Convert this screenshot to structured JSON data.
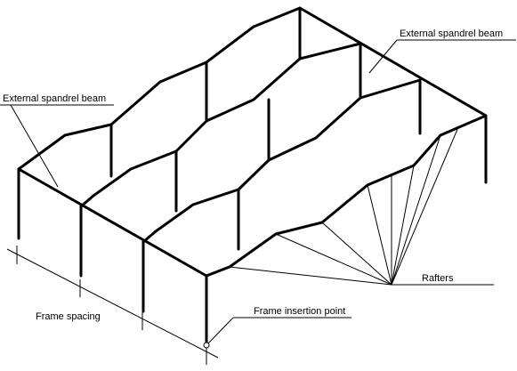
{
  "labels": {
    "external_spandrel_beam_right": "External spandrel beam",
    "external_spandrel_beam_left": "External spandrel beam",
    "rafters": "Rafters",
    "frame_spacing": "Frame spacing",
    "frame_insertion_point": "Frame insertion point"
  },
  "colors": {
    "line": "#000000",
    "background": "#ffffff"
  }
}
